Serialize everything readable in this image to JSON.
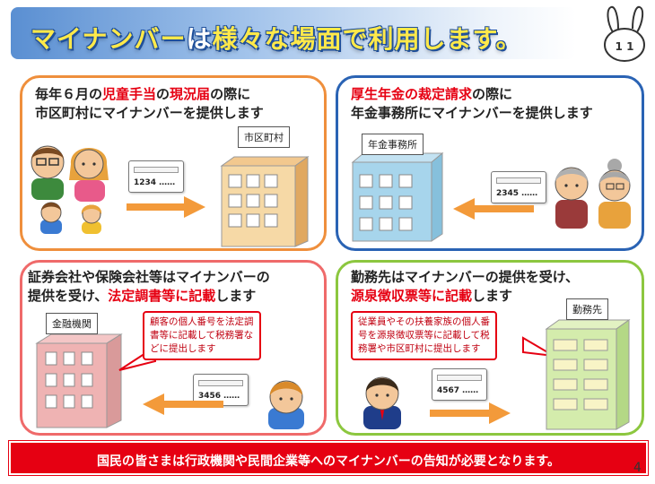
{
  "title": {
    "part1": "マイナンバー",
    "part2": "は",
    "part3": "様々な場面で利用します。"
  },
  "panels": [
    {
      "id": "child-allowance",
      "line1": [
        {
          "text": "毎年６月の",
          "color": "black"
        },
        {
          "text": "児童手当",
          "color": "red"
        },
        {
          "text": "の",
          "color": "black"
        },
        {
          "text": "現況届",
          "color": "red"
        },
        {
          "text": "の際に",
          "color": "black"
        }
      ],
      "line2": [
        {
          "text": "市区町村にマイナンバーを提供します",
          "color": "black"
        }
      ],
      "building_label": "市区町村",
      "card_number": "1234 ……"
    },
    {
      "id": "pension",
      "line1": [
        {
          "text": "厚生年金の裁定請求",
          "color": "red"
        },
        {
          "text": "の際に",
          "color": "black"
        }
      ],
      "line2": [
        {
          "text": "年金事務所にマイナンバーを提供します",
          "color": "black"
        }
      ],
      "building_label": "年金事務所",
      "card_number": "2345 ……"
    },
    {
      "id": "securities",
      "line1": [
        {
          "text": "証券会社や保険会社等はマイナンバーの",
          "color": "black"
        }
      ],
      "line2": [
        {
          "text": "提供を受け、",
          "color": "black"
        },
        {
          "text": "法定調書等に記載",
          "color": "red"
        },
        {
          "text": "します",
          "color": "black"
        }
      ],
      "building_label": "金融機関",
      "callout": [
        "顧客の個人番号を法定調",
        "書等に記載して税務署な",
        "どに提出します"
      ],
      "card_number": "3456 ……"
    },
    {
      "id": "employer",
      "line1": [
        {
          "text": "勤務先はマイナンバーの提供を受け、",
          "color": "black"
        }
      ],
      "line2": [
        {
          "text": "源泉徴収票等に記載",
          "color": "red"
        },
        {
          "text": "します",
          "color": "black"
        }
      ],
      "building_label": "勤務先",
      "callout": [
        "従業員やその扶養家族の個人番",
        "号を源泉徴収票等に記載して税",
        "務署や市区町村に提出します"
      ],
      "card_number": "4567 ……"
    }
  ],
  "footer": "国民の皆さまは行政機関や民間企業等へのマイナンバーの告知が必要となります。",
  "page_number": "4",
  "mascot_text": "1 1",
  "colors": {
    "title_gradient_start": "#5a8fd2",
    "accent_red": "#e60012",
    "orange_border": "#ef8f3c",
    "blue_border": "#2a63b4",
    "pink_border": "#ef6a6a",
    "green_border": "#8cc73f",
    "arrow_orange": "#f39a3a"
  }
}
